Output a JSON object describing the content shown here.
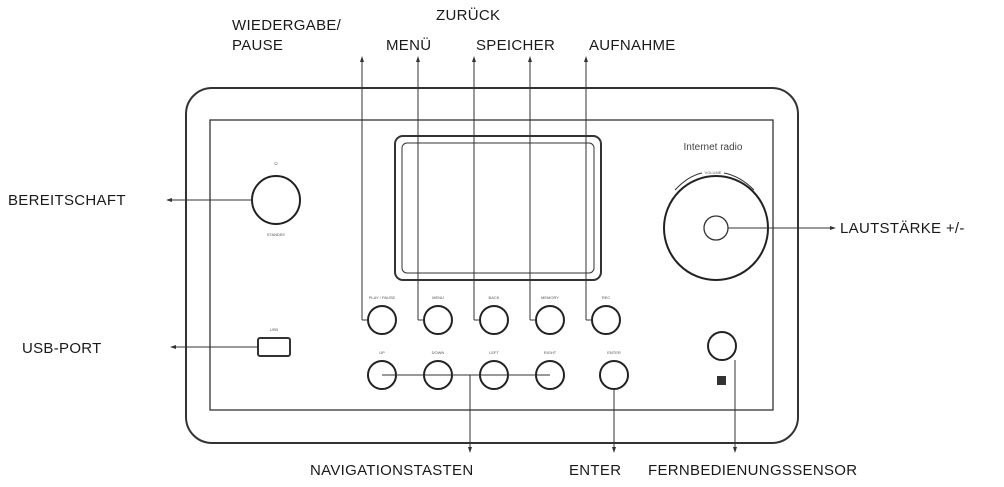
{
  "labels": {
    "wiedergabe_line1": "WIEDERGABE/",
    "wiedergabe_line2": "PAUSE",
    "menu": "MENÜ",
    "zurueck": "ZURÜCK",
    "speicher": "SPEICHER",
    "aufnahme": "AUFNAHME",
    "bereitschaft": "BEREITSCHAFT",
    "lautstaerke": "LAUTSTÄRKE +/-",
    "usb_port": "USB-PORT",
    "navigationstasten": "NAVIGATIONSTASTEN",
    "enter": "ENTER",
    "fernbedienungssensor": "FERNBEDIENUNGSSENSOR"
  },
  "device": {
    "brand": "Internet  radio",
    "volume_label": "VOLUME",
    "standby_label": "STANDBY",
    "usb_label": "USB",
    "top_buttons": [
      "PLAY / PAUSE",
      "MENU",
      "BACK",
      "MEMORY",
      "REC"
    ],
    "bottom_buttons": [
      "UP",
      "DOWN",
      "LEFT",
      "RIGHT",
      "ENTER"
    ]
  },
  "colors": {
    "line": "#333333",
    "text": "#1a1a1a"
  }
}
